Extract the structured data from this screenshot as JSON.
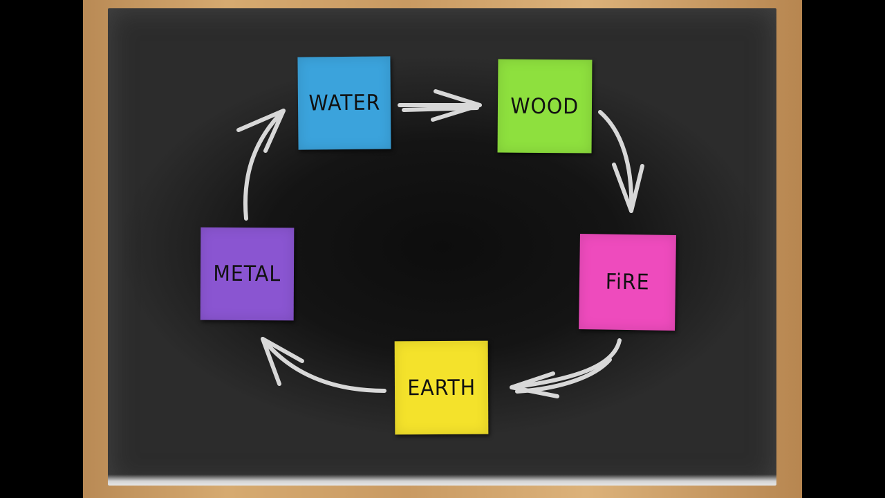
{
  "colors": {
    "board": "#141414",
    "chalk": "#e8e8e8",
    "frame": "#c99a62"
  },
  "notes": [
    {
      "id": "water",
      "label": "WATER",
      "color": "#3ba3dc"
    },
    {
      "id": "wood",
      "label": "WOOD",
      "color": "#8ee03e"
    },
    {
      "id": "fire",
      "label": "FiRE",
      "color": "#ee4bbd"
    },
    {
      "id": "earth",
      "label": "EARTH",
      "color": "#f4e22b"
    },
    {
      "id": "metal",
      "label": "METAL",
      "color": "#8a55d1"
    }
  ],
  "cycle_arrows": [
    {
      "from": "water",
      "to": "wood"
    },
    {
      "from": "wood",
      "to": "fire"
    },
    {
      "from": "fire",
      "to": "earth"
    },
    {
      "from": "earth",
      "to": "metal"
    },
    {
      "from": "metal",
      "to": "water"
    }
  ]
}
